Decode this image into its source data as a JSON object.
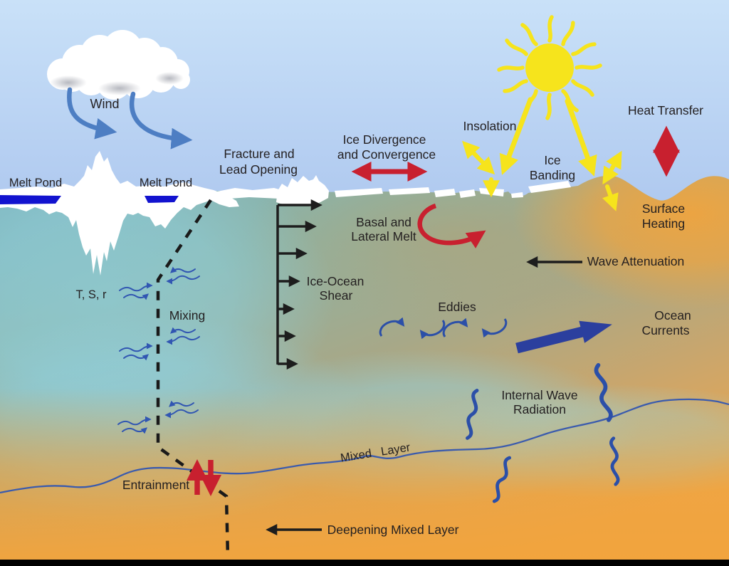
{
  "labels": {
    "wind": "Wind",
    "melt_pond_left": "Melt Pond",
    "melt_pond_right": "Melt Pond",
    "fracture_lead": {
      "l1": "Fracture and",
      "l2": "Lead Opening"
    },
    "ice_divergence": {
      "l1": "Ice Divergence",
      "l2": "and Convergence"
    },
    "insolation": "Insolation",
    "ice_banding": {
      "l1": "Ice",
      "l2": "Banding"
    },
    "heat_transfer": "Heat Transfer",
    "surface_heating": {
      "l1": "Surface",
      "l2": "Heating"
    },
    "basal_lateral_melt": {
      "l1": "Basal and",
      "l2": "Lateral Melt"
    },
    "wave_attenuation": "Wave Attenuation",
    "ice_ocean_shear": {
      "l1": "Ice-Ocean",
      "l2": "Shear"
    },
    "tsr": "T, S, r",
    "mixing": "Mixing",
    "eddies": "Eddies",
    "ocean_currents": {
      "l1": "Ocean",
      "l2": "Currents"
    },
    "internal_wave": {
      "l1": "Internal Wave",
      "l2": "Radiation"
    },
    "mixed_layer": "Mixed Layer",
    "entrainment": "Entrainment",
    "deepening_mixed_layer": "Deepening Mixed Layer"
  },
  "icons": {
    "sun": "sun-icon",
    "cloud": "cloud-icon",
    "wind_arrows": "curved blue swoosh arrows",
    "insolation_beams": "yellow rays with reflection arrows",
    "heat_transfer_arrow": "red vertical double arrow",
    "divergence_arrow": "red horizontal double arrow",
    "basal_melt_arrow": "red curved arrow",
    "entrainment_arrows": "red up and down arrows",
    "shear_profile": "black velocity profile arrows",
    "mixing_line": "black dashed line",
    "turbulence": "small blue converging wavy arrows",
    "eddies_swirls": "blue circular arrows",
    "ocean_current_arrow": "large navy arrow",
    "internal_wave_squiggles": "blue zigzag lines",
    "mixed_layer_curve": "blue boundary line",
    "melt_ponds": "dark blue pools on ice",
    "ice": "white floes and pressure ridge"
  },
  "colors": {
    "sky_top": "#c9e1f8",
    "sky_horizon": "#6d80c0",
    "ocean_teal": "#7fbdd0",
    "ocean_orange": "#f2a43c",
    "ice": "#ffffff",
    "melt_pond": "#1213cf",
    "arrow_red": "#c8202f",
    "arrow_yellow": "#f6e41c",
    "arrow_navy": "#2b4fa8",
    "wind_blue": "#4d7ec3",
    "mixed_layer_line": "#3b5bad",
    "text": "#231f20"
  }
}
